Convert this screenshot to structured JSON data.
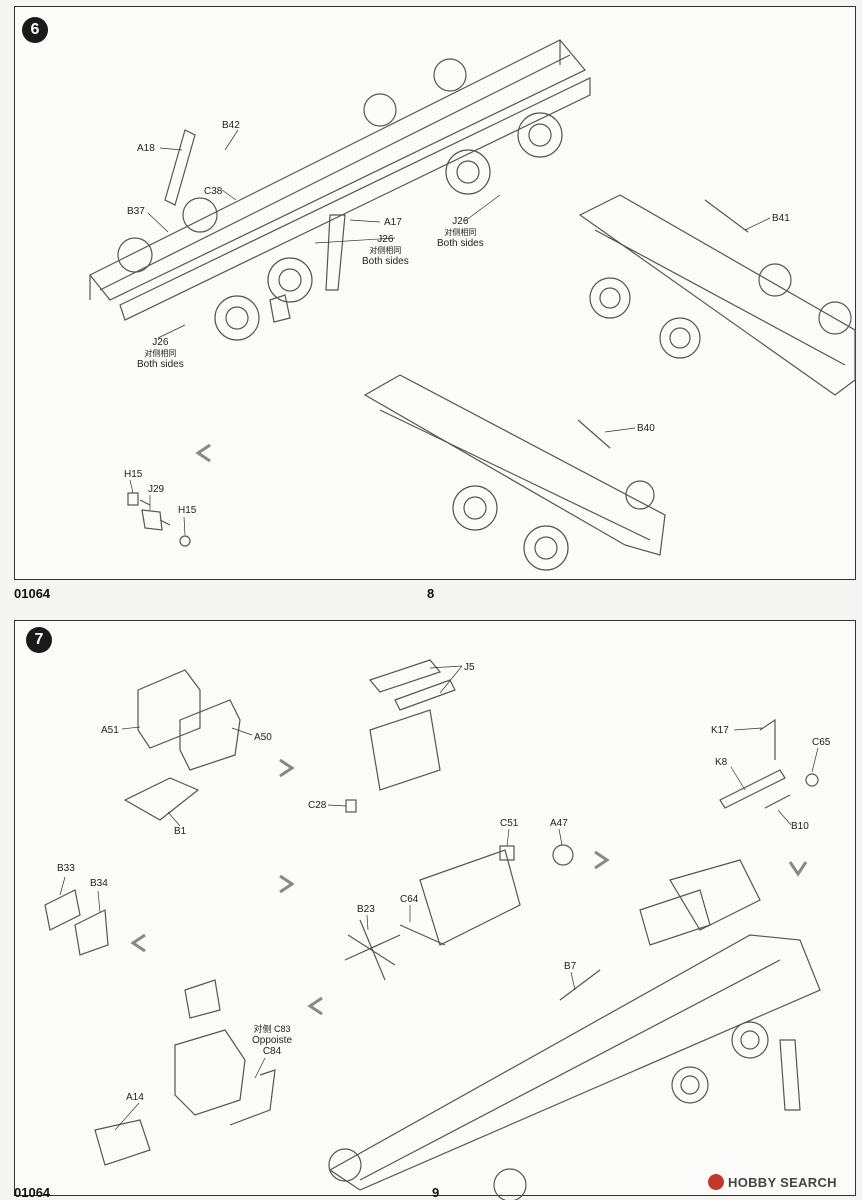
{
  "steps": [
    {
      "number": "6",
      "page_number": "8",
      "product_code": "01064"
    },
    {
      "number": "7",
      "page_number": "9",
      "product_code": "01064"
    }
  ],
  "step6_labels": {
    "a18": "A18",
    "b42": "B42",
    "c38": "C38",
    "b37": "B37",
    "a17": "A17",
    "j26_1": "J26",
    "j26_1_cn": "对侧相同",
    "j26_1_en": "Both sides",
    "j26_2": "J26",
    "j26_2_cn": "对侧相同",
    "j26_2_en": "Both sides",
    "j26_3": "J26",
    "j26_3_cn": "对侧相同",
    "j26_3_en": "Both sides",
    "b41": "B41",
    "b40": "B40",
    "h15_a": "H15",
    "j29": "J29",
    "h15_b": "H15"
  },
  "step7_labels": {
    "a51": "A51",
    "a50": "A50",
    "b1": "B1",
    "j5": "J5",
    "c28": "C28",
    "k17": "K17",
    "k8": "K8",
    "c65": "C65",
    "b10": "B10",
    "b33": "B33",
    "b34": "B34",
    "c51": "C51",
    "a47": "A47",
    "b23": "B23",
    "c64": "C64",
    "b7": "B7",
    "c83_cn": "对侧 C83",
    "c83_en": "Oppoiste",
    "c84": "C84",
    "a14": "A14"
  },
  "watermark": {
    "text": "HOBBY SEARCH"
  }
}
